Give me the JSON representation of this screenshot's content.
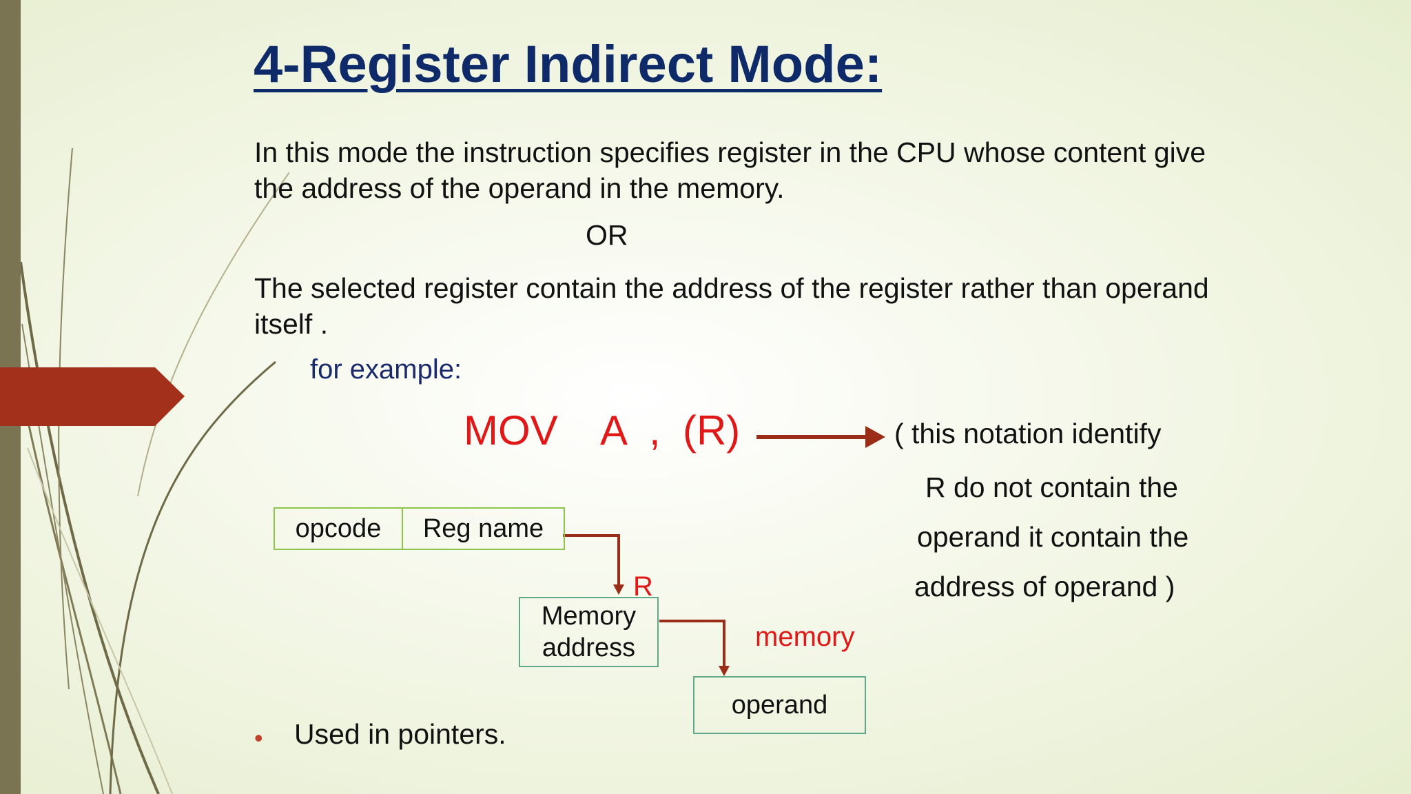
{
  "title": "4-Register Indirect Mode:",
  "definition_1": {
    "line1": "In this mode the instruction specifies register in the CPU whose content give",
    "line2": "the address of the operand in the memory."
  },
  "or_label": "OR",
  "definition_2": {
    "line1": "The selected register contain the address of the register rather than operand",
    "line2": "itself ."
  },
  "example_label": "for example:",
  "instruction": {
    "mnemonic": "MOV",
    "operand_a": "A",
    "comma": ",",
    "operand_r": "(R)"
  },
  "notation_note": [
    "( this notation identify",
    "R do not contain the",
    "operand it contain the",
    "address of operand )"
  ],
  "diagram": {
    "opcode": "opcode",
    "reg_name": "Reg name",
    "r_label": "R",
    "memory_address_line1": "Memory",
    "memory_address_line2": "address",
    "memory_label": "memory",
    "operand": "operand"
  },
  "bullets": [
    "Used in pointers."
  ],
  "colors": {
    "title": "#0f2a69",
    "accent_red": "#e01818",
    "arrow": "#9b2d18",
    "side_tab": "#a3301a",
    "left_band": "#7b7453",
    "box_border_green": "#8dc44b",
    "box_border_teal": "#5fa88a"
  }
}
